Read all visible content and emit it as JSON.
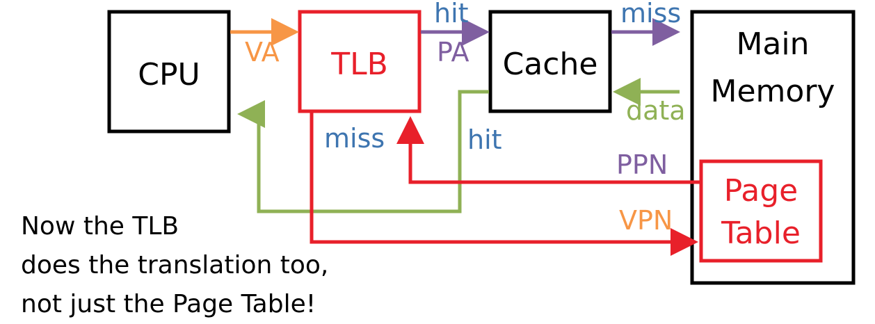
{
  "colors": {
    "black": "#000000",
    "red": "#e8202a",
    "orange": "#f79646",
    "purple": "#7f5fa0",
    "blue": "#3e75b0",
    "green": "#8fb155"
  },
  "nodes": {
    "cpu": "CPU",
    "tlb": "TLB",
    "cache": "Cache",
    "main_memory": [
      "Main",
      "Memory"
    ],
    "page_table": [
      "Page",
      "Table"
    ]
  },
  "edges": {
    "va": "VA",
    "tlb_hit": "hit",
    "pa": "PA",
    "cache_miss": "miss",
    "data": "data",
    "tlb_miss": "miss",
    "cache_hit": "hit",
    "ppn": "PPN",
    "vpn": "VPN"
  },
  "note": [
    "Now the TLB",
    "does the translation too,",
    "not just the Page Table!"
  ]
}
